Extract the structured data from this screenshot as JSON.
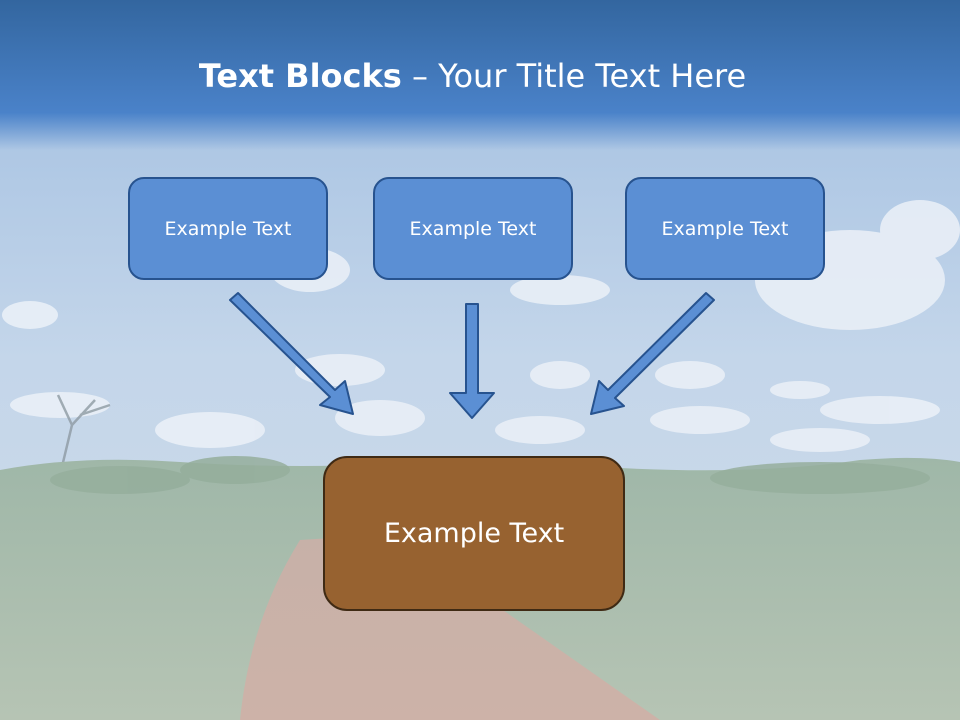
{
  "slide": {
    "title_bold": "Text Blocks",
    "title_dash": " – ",
    "title_rest": "Your Title Text Here"
  },
  "diagram": {
    "boxes": [
      {
        "label": "Example Text"
      },
      {
        "label": "Example Text"
      },
      {
        "label": "Example Text"
      }
    ],
    "target": {
      "label": "Example Text"
    }
  },
  "colors": {
    "box_fill": "#5b8fd4",
    "box_border": "#27538f",
    "target_fill": "#976230",
    "arrow_fill": "#5b8fd4",
    "title_bar": "#3a6fb5"
  }
}
